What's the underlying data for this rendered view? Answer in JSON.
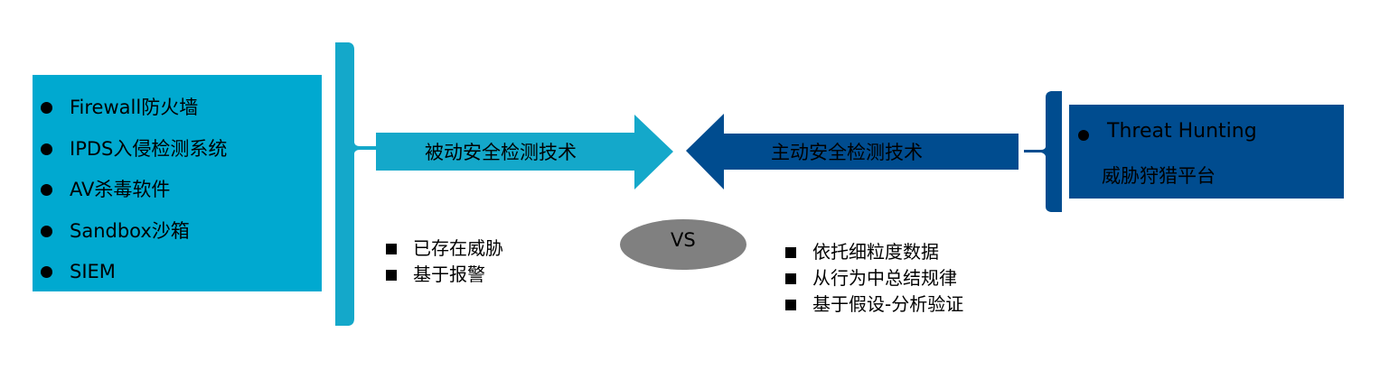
{
  "colors": {
    "passive_blue": "#00a9d0",
    "passive_arrow": "#14a8ca",
    "active_blue": "#004c8f",
    "vs_gray": "#808080",
    "text": "#000000"
  },
  "passive": {
    "tools": [
      "Firewall防火墙",
      "IPDS入侵检测系统",
      "AV杀毒软件",
      "Sandbox沙箱",
      "SIEM"
    ],
    "arrow_label": "被动安全检测技术",
    "traits": [
      "已存在威胁",
      "基于报警"
    ]
  },
  "active": {
    "platform_line1": "Threat Hunting",
    "platform_line2": "威胁狩猎平台",
    "arrow_label": "主动安全检测技术",
    "traits": [
      "依托细粒度数据",
      "从行为中总结规律",
      "基于假设-分析验证"
    ]
  },
  "vs_label": "VS"
}
